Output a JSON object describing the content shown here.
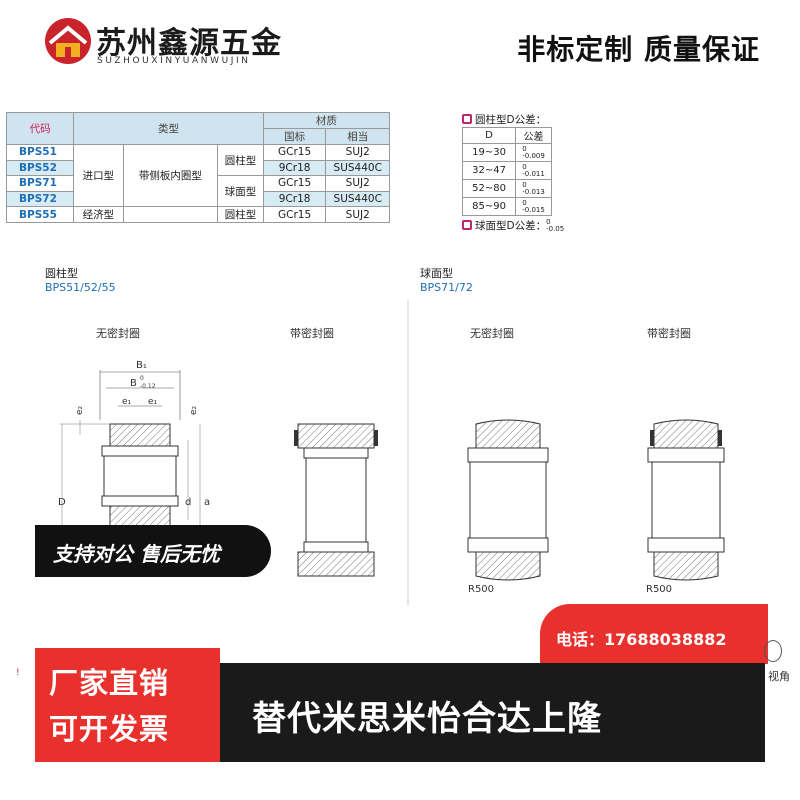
{
  "header": {
    "brand_name": "苏州鑫源五金",
    "brand_pinyin": "SUZHOUXINYUANWUJIN",
    "slogan": "非标定制 质量保证"
  },
  "material_table": {
    "headers": {
      "code": "代码",
      "type": "类型",
      "material": "材质",
      "national": "国标",
      "equivalent": "相当"
    },
    "type_import": "进口型",
    "type_side_plate": "带侧板内圈型",
    "type_economy": "经济型",
    "shape_cyl": "圆柱型",
    "shape_sph": "球面型",
    "rows": [
      {
        "code": "BPS51",
        "national": "GCr15",
        "equivalent": "SUJ2"
      },
      {
        "code": "BPS52",
        "national": "9Cr18",
        "equivalent": "SUS440C"
      },
      {
        "code": "BPS71",
        "national": "GCr15",
        "equivalent": "SUJ2"
      },
      {
        "code": "BPS72",
        "national": "9Cr18",
        "equivalent": "SUS440C"
      },
      {
        "code": "BPS55",
        "national": "GCr15",
        "equivalent": "SUJ2"
      }
    ]
  },
  "tolerance": {
    "title": "圆柱型D公差：",
    "col_d": "D",
    "col_tol": "公差",
    "rows": [
      {
        "d": "19~30",
        "upper": "0",
        "lower": "-0.009"
      },
      {
        "d": "32~47",
        "upper": "0",
        "lower": "-0.011"
      },
      {
        "d": "52~80",
        "upper": "0",
        "lower": "-0.013"
      },
      {
        "d": "85~90",
        "upper": "0",
        "lower": "-0.015"
      }
    ],
    "spherical_label": "球面型D公差：",
    "spherical_upper": "0",
    "spherical_lower": "-0.05"
  },
  "drawings": {
    "cyl_title": "圆柱型",
    "cyl_codes": "BPS51/52/55",
    "sph_title": "球面型",
    "sph_codes": "BPS71/72",
    "no_seal": "无密封圈",
    "with_seal": "带密封圈",
    "dims": {
      "b1": "B₁",
      "b": "B",
      "b_tol": "-0.12",
      "b_tol_up": "0",
      "e1": "e₁",
      "e2": "e₂",
      "d_big": "D",
      "d_small": "d",
      "a": "a",
      "radius": "R500"
    }
  },
  "overlays": {
    "support_text": "支持对公 售后无忧",
    "phone_text": "电话：17688038882",
    "factory_line1": "厂家直销",
    "factory_line2": "可开发票",
    "replace_text": "替代米思米怡合达上隆",
    "side_right": "视角",
    "side_left": "!"
  },
  "colors": {
    "accent_red": "#e8302c",
    "code_blue": "#1d6fb8",
    "header_pink": "#d0245e",
    "table_highlight": "#d6ebf3"
  }
}
